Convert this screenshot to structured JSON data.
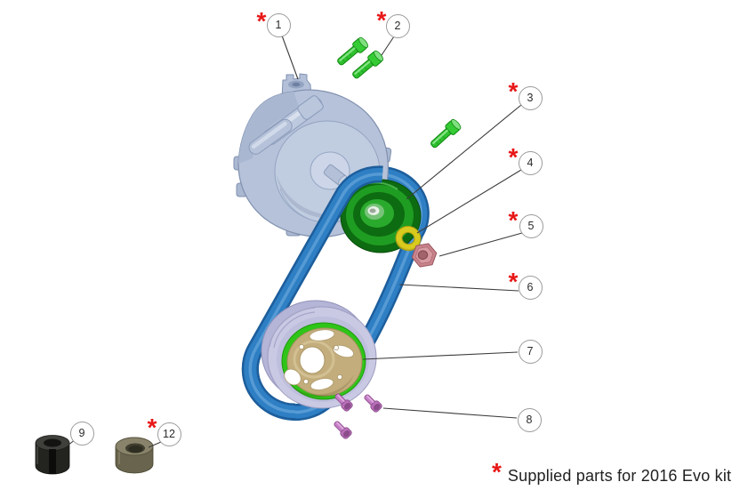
{
  "diagram": {
    "markers": {
      "supplied": "*"
    },
    "legend": {
      "marker": "*",
      "text": "Supplied parts for 2016 Evo kit"
    },
    "callouts": [
      {
        "label": "1",
        "supplied": true
      },
      {
        "label": "2",
        "supplied": true
      },
      {
        "label": "3",
        "supplied": true
      },
      {
        "label": "4",
        "supplied": true
      },
      {
        "label": "5",
        "supplied": true
      },
      {
        "label": "6",
        "supplied": true
      },
      {
        "label": "7",
        "supplied": false
      },
      {
        "label": "8",
        "supplied": false
      },
      {
        "label": "9",
        "supplied": false
      },
      {
        "label": "12",
        "supplied": true
      }
    ],
    "colors": {
      "supplied_marker": "#e81717",
      "belt_blue": "#2e7fc4",
      "pulley_green": "#1f9d22",
      "crank_rim_lavender": "#c9c9e4",
      "crank_ring_green": "#2fc418",
      "crank_disc_tan": "#c3ad7c",
      "bolt_green": "#2fc12f",
      "bolt_pink": "#c47ec4",
      "washer_yellow": "#d9ca1e",
      "nut_pink": "#c8838b",
      "compressor_steel": "#b6c2d9"
    }
  }
}
